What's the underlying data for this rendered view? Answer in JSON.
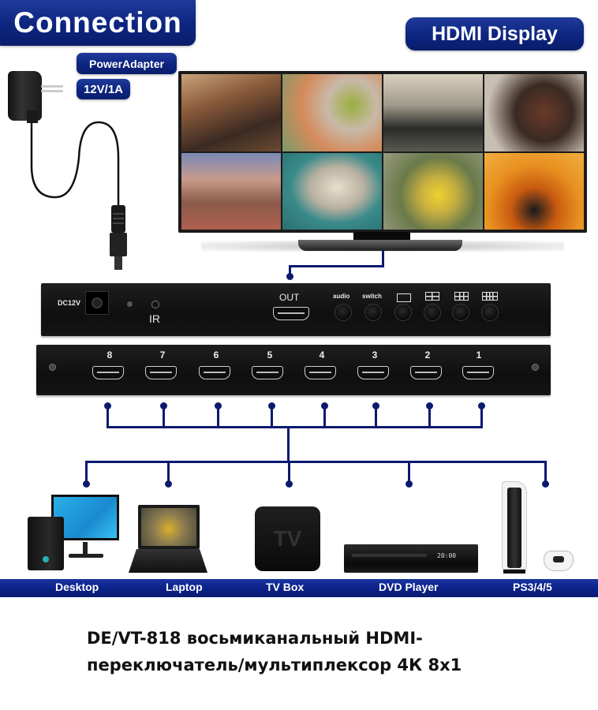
{
  "header": {
    "title": "Connection",
    "display_label": "HDMI Display"
  },
  "power_adapter": {
    "label": "PowerAdapter",
    "rating": "12V/1A"
  },
  "display": {
    "tiles": [
      {
        "name": "monster-battle"
      },
      {
        "name": "animated-family"
      },
      {
        "name": "heroes-lineup"
      },
      {
        "name": "robot-warrior"
      },
      {
        "name": "sprinters"
      },
      {
        "name": "jellyfish"
      },
      {
        "name": "minions-orlando"
      },
      {
        "name": "car-explosion"
      }
    ]
  },
  "back_panel": {
    "dc_label": "DC12V",
    "ir_label": "IR",
    "out_label": "OUT",
    "buttons": [
      {
        "label": "audio",
        "type": "text"
      },
      {
        "label": "switch",
        "type": "text"
      },
      {
        "label": "single-view",
        "type": "layout-1"
      },
      {
        "label": "quad-view",
        "type": "layout-4"
      },
      {
        "label": "six-view",
        "type": "layout-6"
      },
      {
        "label": "eight-view",
        "type": "layout-8"
      }
    ]
  },
  "front_panel": {
    "ports": [
      "8",
      "7",
      "6",
      "5",
      "4",
      "3",
      "2",
      "1"
    ]
  },
  "sources": [
    {
      "label": "Desktop"
    },
    {
      "label": "Laptop"
    },
    {
      "label": "TV Box",
      "screen_text": "TV"
    },
    {
      "label": "DVD Player",
      "display_text": "20:00"
    },
    {
      "label": "PS3/4/5"
    }
  ],
  "colors": {
    "brand_navy": "#0c228a",
    "line_navy": "#0b1a6e",
    "device_black": "#141414"
  },
  "caption": {
    "line1": "DE/VT-818 восьмиканальный HDMI-",
    "line2": "переключатель/мультиплексор 4К 8х1"
  }
}
